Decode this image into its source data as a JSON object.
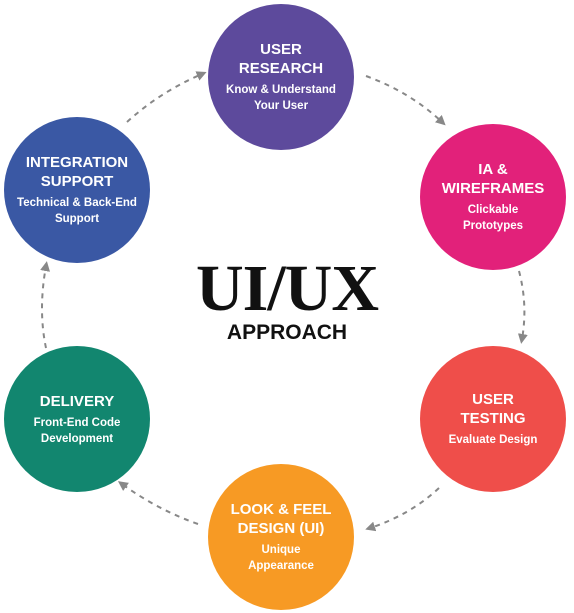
{
  "diagram": {
    "title": "UI/UX",
    "subtitle": "APPROACH",
    "nodes": [
      {
        "title": "USER\nRESEARCH",
        "subtitle": "Know & Understand\nYour User",
        "color": "#5d4a9c"
      },
      {
        "title": "IA &\nWIREFRAMES",
        "subtitle": "Clickable\nPrototypes",
        "color": "#e2217a"
      },
      {
        "title": "USER\nTESTING",
        "subtitle": "Evaluate Design",
        "color": "#ef4e4a"
      },
      {
        "title": "LOOK & FEEL\nDESIGN (UI)",
        "subtitle": "Unique\nAppearance",
        "color": "#f79a24"
      },
      {
        "title": "DELIVERY",
        "subtitle": "Front-End Code\nDevelopment",
        "color": "#12866f"
      },
      {
        "title": "INTEGRATION\nSUPPORT",
        "subtitle": "Technical & Back-End\nSupport",
        "color": "#3a58a4"
      }
    ],
    "arrow_color": "#888888"
  }
}
